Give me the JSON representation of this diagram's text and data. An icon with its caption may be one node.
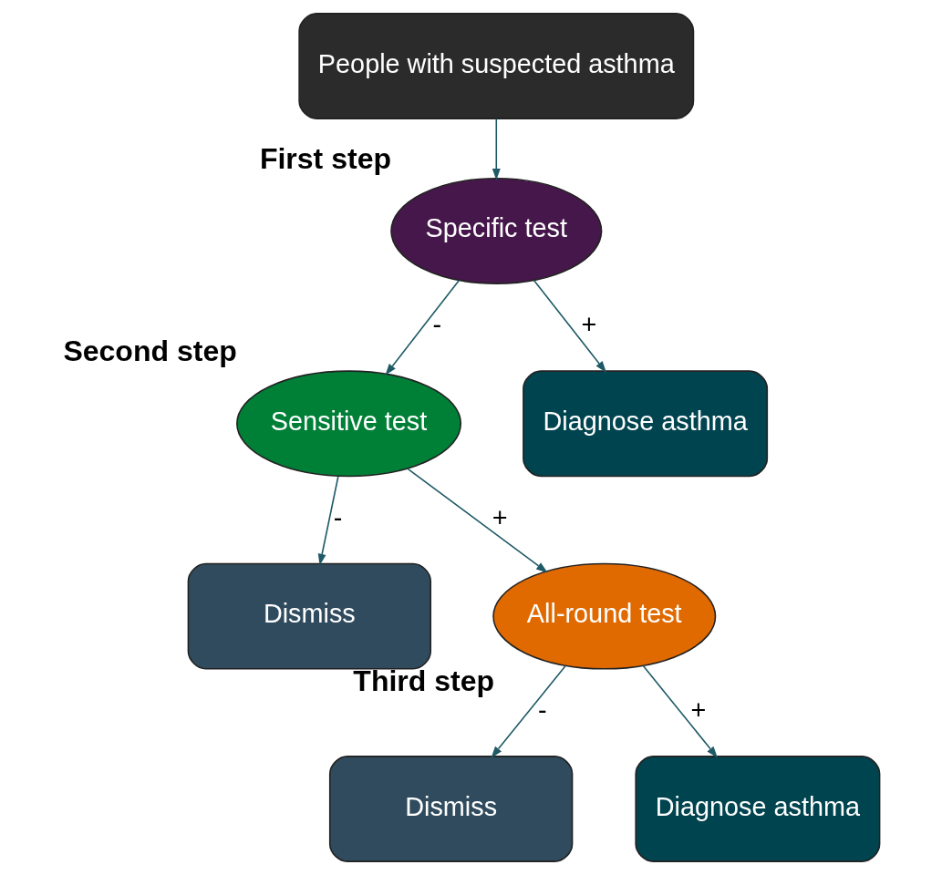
{
  "diagram": {
    "nodes": [
      {
        "text": [
          "People with suspected asthma"
        ]
      },
      {
        "text": [
          "Specific test"
        ],
        "beside": [
          "First step"
        ]
      },
      {
        "text": [
          "Sensitive test"
        ],
        "beside": [
          "Second step"
        ]
      },
      {
        "text": [
          "Diagnose asthma"
        ]
      },
      {
        "text": [
          "Dismiss"
        ]
      },
      {
        "text": [
          "All-round test"
        ],
        "beside": [
          "Third step"
        ]
      },
      {
        "text": [
          "Dismiss"
        ]
      },
      {
        "text": [
          "Diagnose asthma"
        ]
      }
    ],
    "edges": [
      {
        "from": 0,
        "to": 1,
        "arrow": "to"
      },
      {
        "from": 1,
        "to": 2,
        "arrow": "to",
        "label": "-"
      },
      {
        "from": 1,
        "to": 3,
        "arrow": "to",
        "label": "+"
      },
      {
        "from": 2,
        "to": 4,
        "arrow": "to",
        "label": "-"
      },
      {
        "from": 2,
        "to": 5,
        "arrow": "to",
        "label": "+"
      },
      {
        "from": 5,
        "to": 6,
        "arrow": "to",
        "label": "-"
      },
      {
        "from": 5,
        "to": 7,
        "arrow": "to",
        "label": "+"
      }
    ]
  }
}
